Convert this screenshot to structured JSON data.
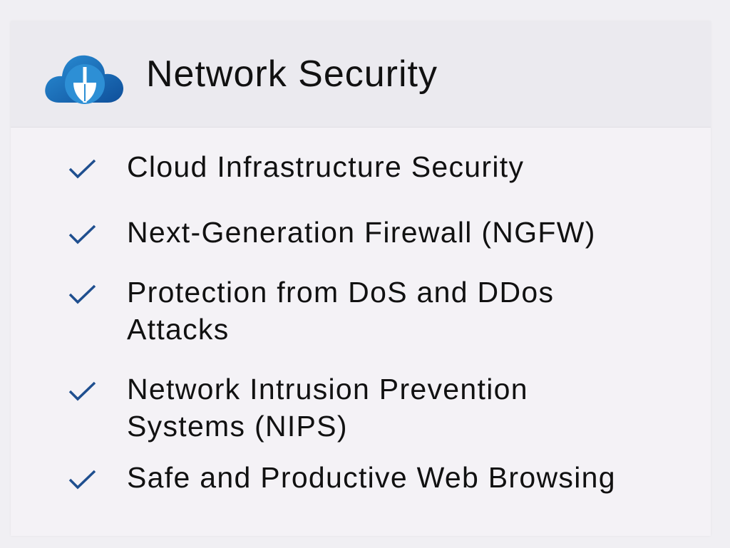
{
  "header": {
    "title": "Network Security",
    "icon": "cloud-shield-icon"
  },
  "items": [
    {
      "label": "Cloud Infrastructure Security",
      "icon": "checkmark-icon"
    },
    {
      "label": "Next-Generation Firewall (NGFW)",
      "icon": "checkmark-icon"
    },
    {
      "label": "Protection from DoS and DDos\nAttacks",
      "icon": "checkmark-icon"
    },
    {
      "label": "Network Intrusion Prevention\nSystems (NIPS)",
      "icon": "checkmark-icon"
    },
    {
      "label": "Safe and Productive Web Browsing",
      "icon": "checkmark-icon"
    }
  ],
  "colors": {
    "accent": "#1f4f8f",
    "cloud": "#1d72bd"
  }
}
